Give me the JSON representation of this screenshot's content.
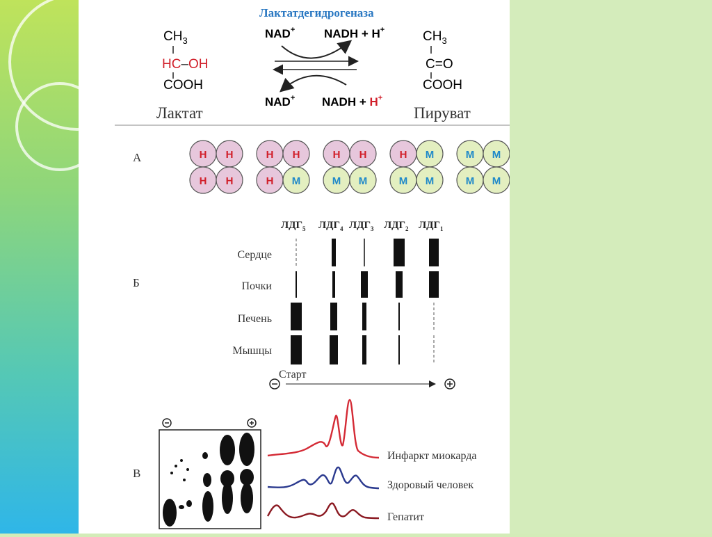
{
  "reaction": {
    "enzyme": "Лактатдегидрогеназа",
    "lactate": {
      "line1": "CH",
      "line1_sub": "3",
      "hc": "HC",
      "oh": "OH",
      "cooh": "COOH",
      "name": "Лактат"
    },
    "pyruvate": {
      "line1": "CH",
      "line1_sub": "3",
      "co": "C=O",
      "cooh": "COOH",
      "name": "Пируват"
    },
    "top_left": "NAD",
    "top_right": "NADH + H",
    "bottom_left": "NAD",
    "bottom_right_nad": "NAD",
    "bottom_right_h": "H",
    "bottom_right_mid": " + ",
    "bottom_right_h2": "H",
    "plus": "+"
  },
  "section_a": {
    "label": "А",
    "tetramers": [
      [
        "H",
        "H",
        "H",
        "H"
      ],
      [
        "H",
        "H",
        "H",
        "M"
      ],
      [
        "H",
        "H",
        "M",
        "M"
      ],
      [
        "H",
        "M",
        "M",
        "M"
      ],
      [
        "M",
        "M",
        "M",
        "M"
      ]
    ]
  },
  "section_b": {
    "label": "Б",
    "isoforms": [
      {
        "name": "ЛДГ",
        "sub": "5"
      },
      {
        "name": "ЛДГ",
        "sub": "4"
      },
      {
        "name": "ЛДГ",
        "sub": "3"
      },
      {
        "name": "ЛДГ",
        "sub": "2"
      },
      {
        "name": "ЛДГ",
        "sub": "1"
      }
    ],
    "tissues": [
      "Сердце",
      "Почки",
      "Печень",
      "Мышцы"
    ],
    "start_label": "Старт",
    "minus": "−",
    "plus": "+"
  },
  "section_c": {
    "label": "В",
    "minus": "−",
    "plus": "+",
    "curves": [
      {
        "name": "Инфаркт миокарда",
        "color": "#d42a35"
      },
      {
        "name": "Здоровый человек",
        "color": "#2b3a8f"
      },
      {
        "name": "Гепатит",
        "color": "#8b1a22"
      }
    ]
  },
  "colors": {
    "h_fill": "#e7c7dc",
    "m_fill": "#e3efc0",
    "h_text": "#d11f2a",
    "m_text": "#1f89c9",
    "enzyme": "#2a78c2"
  }
}
